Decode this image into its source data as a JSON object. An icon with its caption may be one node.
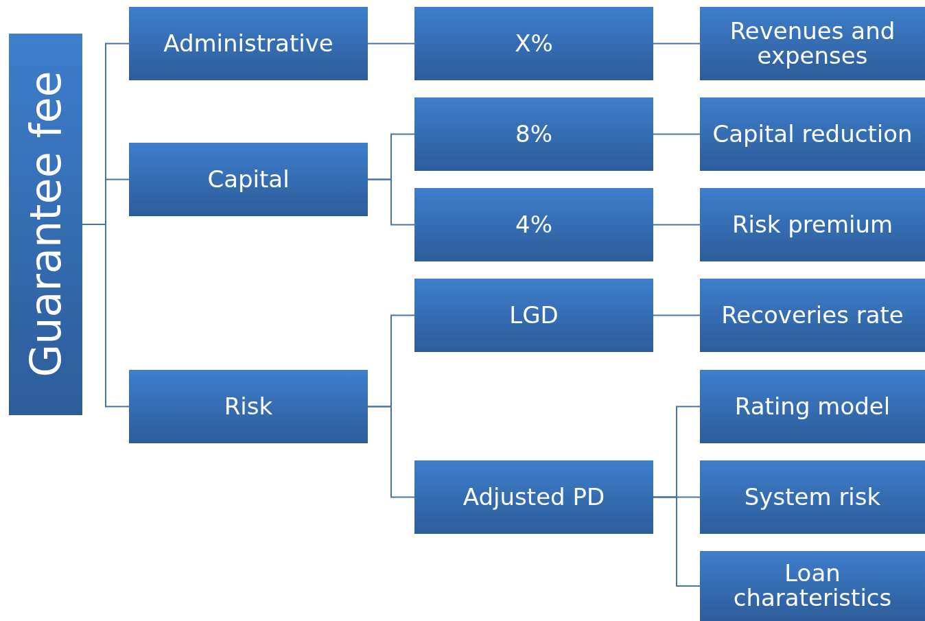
{
  "diagram": {
    "nodes": [
      {
        "text": [
          "Guarantee fee"
        ]
      },
      {
        "text": [
          "Administrative"
        ]
      },
      {
        "text": [
          "Capital"
        ]
      },
      {
        "text": [
          "Risk"
        ]
      },
      {
        "text": [
          "X%"
        ]
      },
      {
        "text": [
          "8%"
        ]
      },
      {
        "text": [
          "4%"
        ]
      },
      {
        "text": [
          "LGD"
        ]
      },
      {
        "text": [
          "Adjusted PD"
        ]
      },
      {
        "text": [
          "Revenues and expenses"
        ]
      },
      {
        "text": [
          "Capital reduction"
        ]
      },
      {
        "text": [
          "Risk premium"
        ]
      },
      {
        "text": [
          "Recoveries rate"
        ]
      },
      {
        "text": [
          "Rating model"
        ]
      },
      {
        "text": [
          "System risk"
        ]
      },
      {
        "text": [
          "Loan charateristics"
        ]
      }
    ],
    "edges": [
      {
        "from": 0,
        "to": 1,
        "arrow": "none"
      },
      {
        "from": 0,
        "to": 2,
        "arrow": "none"
      },
      {
        "from": 0,
        "to": 3,
        "arrow": "none"
      },
      {
        "from": 1,
        "to": 4,
        "arrow": "none"
      },
      {
        "from": 2,
        "to": 5,
        "arrow": "none"
      },
      {
        "from": 2,
        "to": 6,
        "arrow": "none"
      },
      {
        "from": 3,
        "to": 7,
        "arrow": "none"
      },
      {
        "from": 3,
        "to": 8,
        "arrow": "none"
      },
      {
        "from": 4,
        "to": 9,
        "arrow": "none"
      },
      {
        "from": 5,
        "to": 10,
        "arrow": "none"
      },
      {
        "from": 6,
        "to": 11,
        "arrow": "none"
      },
      {
        "from": 7,
        "to": 12,
        "arrow": "none"
      },
      {
        "from": 8,
        "to": 13,
        "arrow": "none"
      },
      {
        "from": 8,
        "to": 14,
        "arrow": "none"
      },
      {
        "from": 8,
        "to": 15,
        "arrow": "none"
      }
    ]
  }
}
